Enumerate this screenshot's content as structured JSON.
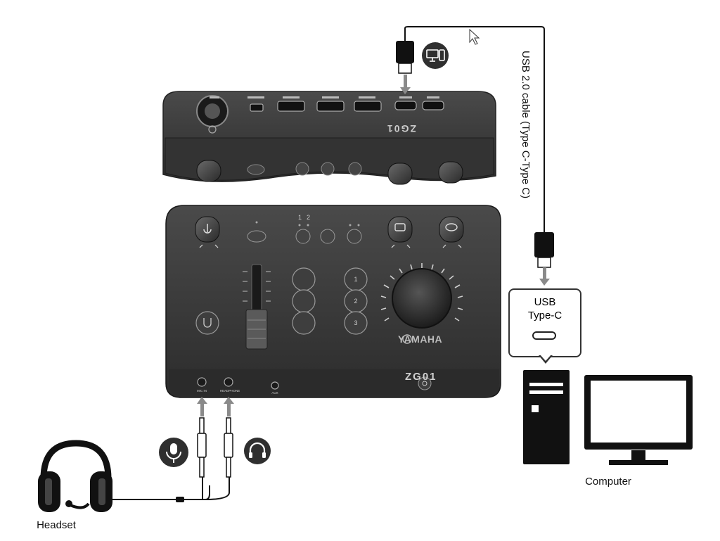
{
  "labels": {
    "headset": "Headset",
    "computer": "Computer",
    "cable": "USB 2.0 cable (Type C-Type C)",
    "usb_line1": "USB",
    "usb_line2": "Type-C"
  },
  "device": {
    "brand": "YAMAHA",
    "model": "ZG01",
    "ports_bottom": [
      "MIC IN",
      "HEADPHONE",
      "AUX"
    ],
    "channels": [
      "1",
      "2"
    ]
  },
  "icons": {
    "microphone": "microphone-icon",
    "headphones": "headphones-icon",
    "computer": "computer-icon",
    "usb_plug": "usb-plug-icon"
  },
  "colors": {
    "device_body": "#3b3b3b",
    "device_face": "#2a2a2a",
    "badge": "#2f2f2f",
    "cable": "#111111",
    "arrow": "#8a8a8a"
  }
}
